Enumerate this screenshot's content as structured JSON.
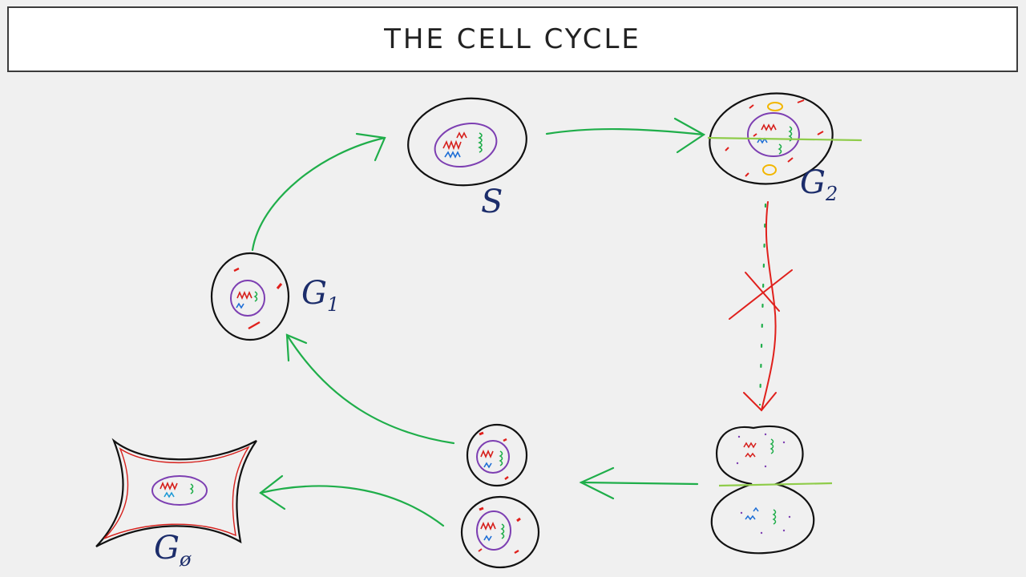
{
  "header": {
    "title": "THE CELL CYCLE"
  },
  "phases": {
    "g1": {
      "label": "G",
      "sub": "1"
    },
    "s": {
      "label": "S"
    },
    "g2": {
      "label": "G",
      "sub": "2"
    },
    "g0": {
      "label": "G",
      "sub": "ø"
    }
  },
  "colors": {
    "arrow": "#1fae4a",
    "cell_outline": "#111111",
    "nucleus": "#7d3fb2",
    "organelle": "#e0201c",
    "centrosome": "#f2b600",
    "checkpoint": "#8fcc4a",
    "label": "#1c2d6b"
  }
}
